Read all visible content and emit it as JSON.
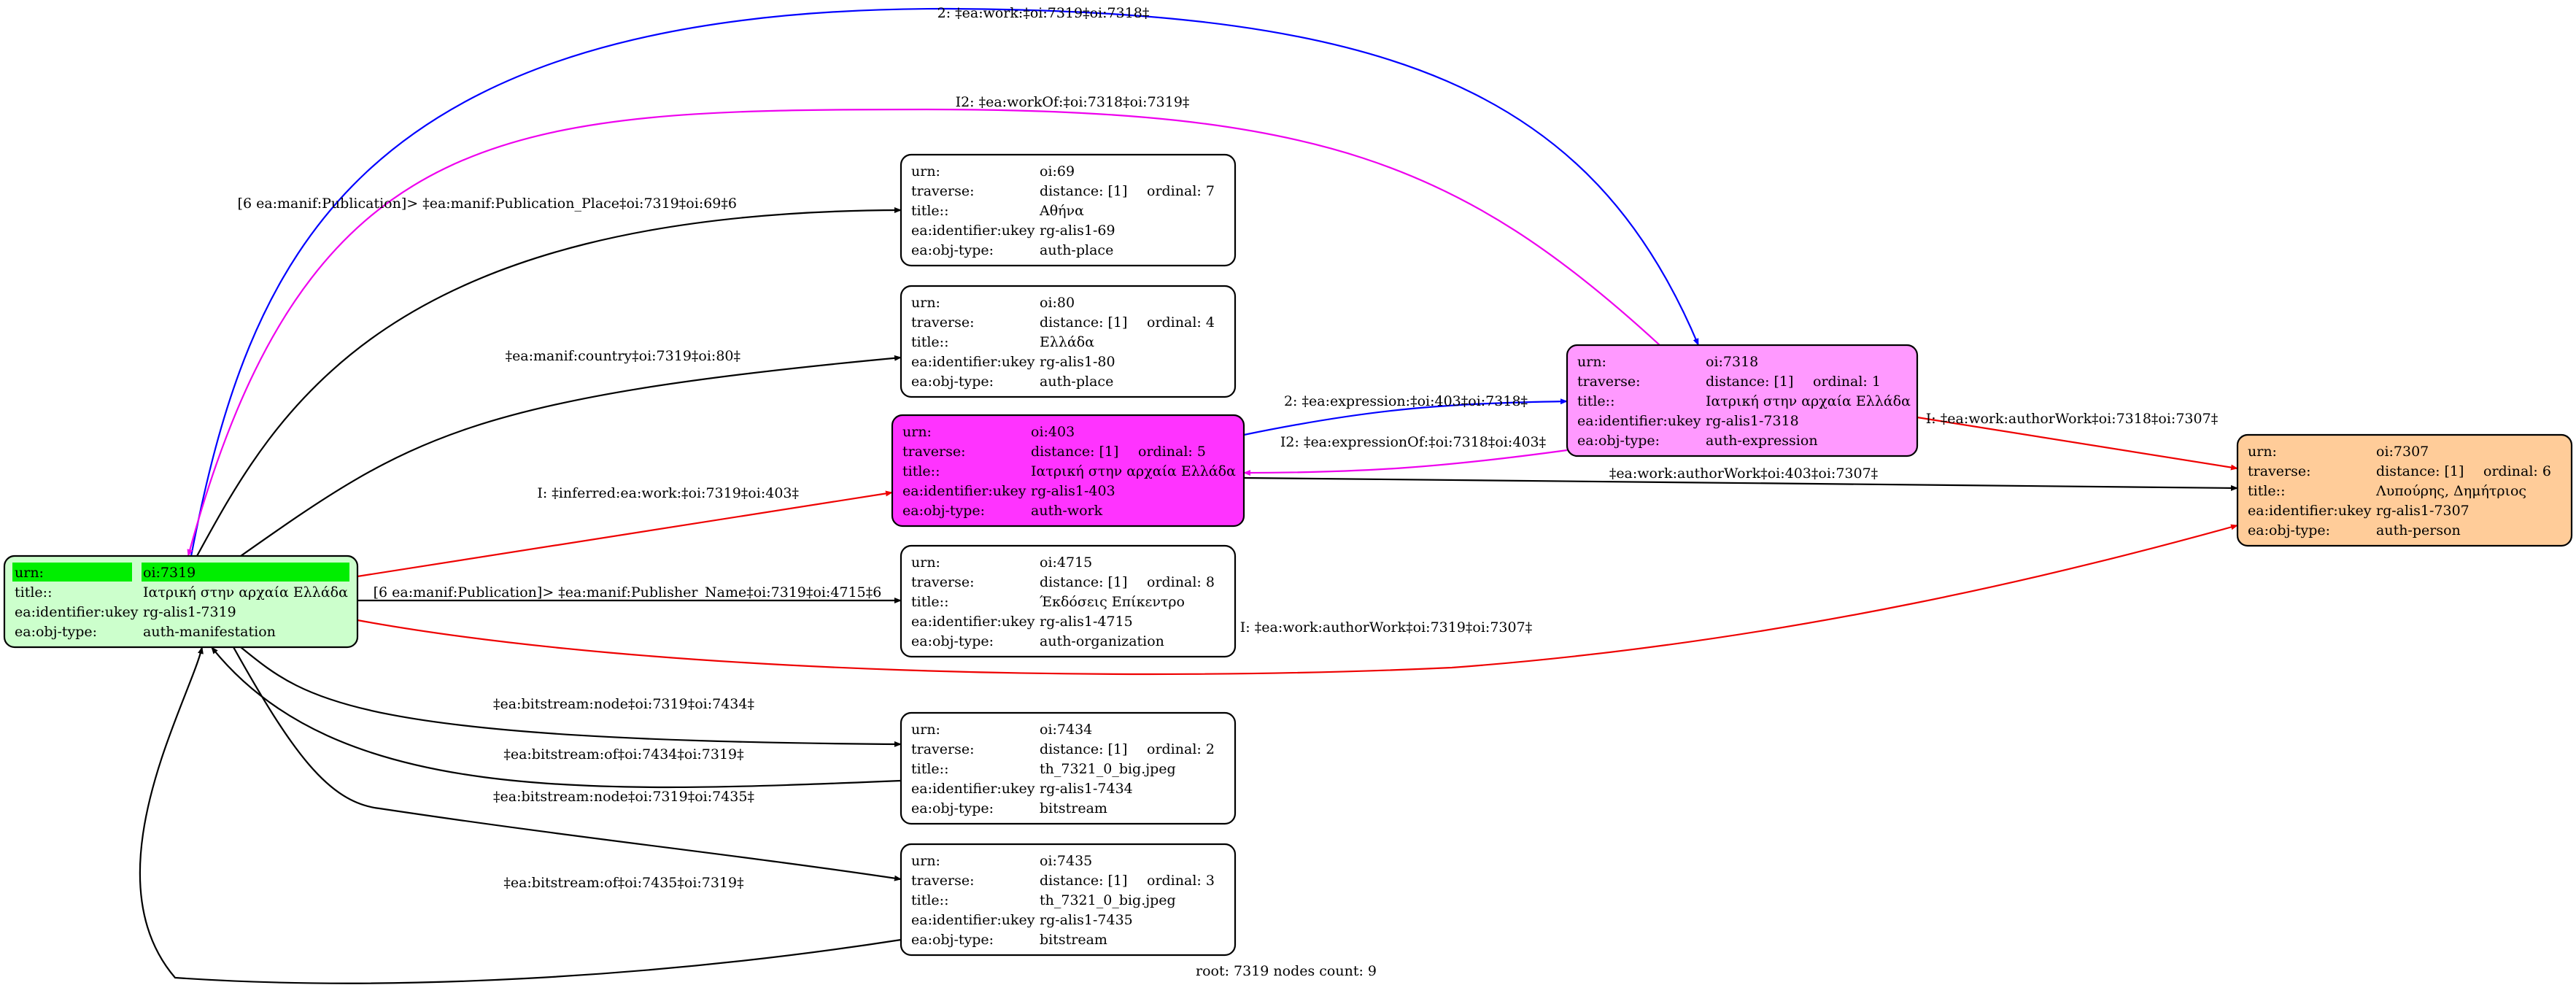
{
  "footer": "root: 7319 nodes count: 9",
  "colors": {
    "root_fill": "#ccffcc",
    "root_header": "#00ee00",
    "work_fill": "#ff33ff",
    "expression_fill": "#ff99ff",
    "person_fill": "#ffcc99",
    "plain_fill": "#ffffff",
    "edge_black": "#000000",
    "edge_blue": "#0000ff",
    "edge_magenta": "#ee00ee",
    "edge_red": "#ee0000"
  },
  "nodes": [
    {
      "id": "n7319",
      "fill": "root_fill",
      "header": "root_header",
      "rows": [
        [
          "urn:",
          "oi:7319",
          ""
        ],
        [
          "title::",
          "Ιατρική στην αρχαία Ελλάδα",
          ""
        ],
        [
          "ea:identifier:ukey",
          "rg-alis1-7319",
          ""
        ],
        [
          "ea:obj-type:",
          "auth-manifestation",
          ""
        ]
      ]
    },
    {
      "id": "n69",
      "fill": "plain_fill",
      "rows": [
        [
          "urn:",
          "oi:69",
          ""
        ],
        [
          "traverse:",
          "distance: [1]",
          "ordinal: 7"
        ],
        [
          "title::",
          "Αθήνα",
          ""
        ],
        [
          "ea:identifier:ukey",
          "rg-alis1-69",
          ""
        ],
        [
          "ea:obj-type:",
          "auth-place",
          ""
        ]
      ]
    },
    {
      "id": "n80",
      "fill": "plain_fill",
      "rows": [
        [
          "urn:",
          "oi:80",
          ""
        ],
        [
          "traverse:",
          "distance: [1]",
          "ordinal: 4"
        ],
        [
          "title::",
          "Ελλάδα",
          ""
        ],
        [
          "ea:identifier:ukey",
          "rg-alis1-80",
          ""
        ],
        [
          "ea:obj-type:",
          "auth-place",
          ""
        ]
      ]
    },
    {
      "id": "n403",
      "fill": "work_fill",
      "rows": [
        [
          "urn:",
          "oi:403",
          ""
        ],
        [
          "traverse:",
          "distance: [1]",
          "ordinal: 5"
        ],
        [
          "title::",
          "Ιατρική στην αρχαία Ελλάδα",
          ""
        ],
        [
          "ea:identifier:ukey",
          "rg-alis1-403",
          ""
        ],
        [
          "ea:obj-type:",
          "auth-work",
          ""
        ]
      ]
    },
    {
      "id": "n7318",
      "fill": "expression_fill",
      "rows": [
        [
          "urn:",
          "oi:7318",
          ""
        ],
        [
          "traverse:",
          "distance: [1]",
          "ordinal: 1"
        ],
        [
          "title::",
          "Ιατρική στην αρχαία Ελλάδα",
          ""
        ],
        [
          "ea:identifier:ukey",
          "rg-alis1-7318",
          ""
        ],
        [
          "ea:obj-type:",
          "auth-expression",
          ""
        ]
      ]
    },
    {
      "id": "n7307",
      "fill": "person_fill",
      "rows": [
        [
          "urn:",
          "oi:7307",
          ""
        ],
        [
          "traverse:",
          "distance: [1]",
          "ordinal: 6"
        ],
        [
          "title::",
          "Λυπούρης, Δημήτριος",
          ""
        ],
        [
          "ea:identifier:ukey",
          "rg-alis1-7307",
          ""
        ],
        [
          "ea:obj-type:",
          "auth-person",
          ""
        ]
      ]
    },
    {
      "id": "n4715",
      "fill": "plain_fill",
      "rows": [
        [
          "urn:",
          "oi:4715",
          ""
        ],
        [
          "traverse:",
          "distance: [1]",
          "ordinal: 8"
        ],
        [
          "title::",
          "Έκδόσεις Επίκεντρο",
          ""
        ],
        [
          "ea:identifier:ukey",
          "rg-alis1-4715",
          ""
        ],
        [
          "ea:obj-type:",
          "auth-organization",
          ""
        ]
      ]
    },
    {
      "id": "n7434",
      "fill": "plain_fill",
      "rows": [
        [
          "urn:",
          "oi:7434",
          ""
        ],
        [
          "traverse:",
          "distance: [1]",
          "ordinal: 2"
        ],
        [
          "title::",
          "th_7321_0_big.jpeg",
          ""
        ],
        [
          "ea:identifier:ukey",
          "rg-alis1-7434",
          ""
        ],
        [
          "ea:obj-type:",
          "bitstream",
          ""
        ]
      ]
    },
    {
      "id": "n7435",
      "fill": "plain_fill",
      "rows": [
        [
          "urn:",
          "oi:7435",
          ""
        ],
        [
          "traverse:",
          "distance: [1]",
          "ordinal: 3"
        ],
        [
          "title::",
          "th_7321_0_big.jpeg",
          ""
        ],
        [
          "ea:identifier:ukey",
          "rg-alis1-7435",
          ""
        ],
        [
          "ea:obj-type:",
          "bitstream",
          ""
        ]
      ]
    }
  ],
  "edges": [
    {
      "id": "e-work",
      "color": "edge_blue",
      "label": "2: ‡ea:work:‡oi:7319‡oi:7318‡"
    },
    {
      "id": "e-workof",
      "color": "edge_magenta",
      "label": "I2: ‡ea:workOf:‡oi:7318‡oi:7319‡"
    },
    {
      "id": "e-pubplace",
      "color": "edge_black",
      "label": "[6 ea:manif:Publication]> ‡ea:manif:Publication_Place‡oi:7319‡oi:69‡6"
    },
    {
      "id": "e-country",
      "color": "edge_black",
      "label": "‡ea:manif:country‡oi:7319‡oi:80‡"
    },
    {
      "id": "e-inferred",
      "color": "edge_red",
      "label": "I: ‡inferred:ea:work:‡oi:7319‡oi:403‡"
    },
    {
      "id": "e-expression",
      "color": "edge_blue",
      "label": "2: ‡ea:expression:‡oi:403‡oi:7318‡"
    },
    {
      "id": "e-expressionof",
      "color": "edge_magenta",
      "label": "I2: ‡ea:expressionOf:‡oi:7318‡oi:403‡"
    },
    {
      "id": "e-authorwork-403",
      "color": "edge_black",
      "label": "‡ea:work:authorWork‡oi:403‡oi:7307‡"
    },
    {
      "id": "e-authorwork-7318",
      "color": "edge_red",
      "label": "I: ‡ea:work:authorWork‡oi:7318‡oi:7307‡"
    },
    {
      "id": "e-authorwork-7319",
      "color": "edge_red",
      "label": "I: ‡ea:work:authorWork‡oi:7319‡oi:7307‡"
    },
    {
      "id": "e-publisher",
      "color": "edge_black",
      "label": "[6 ea:manif:Publication]> ‡ea:manif:Publisher_Name‡oi:7319‡oi:4715‡6"
    },
    {
      "id": "e-node-7434",
      "color": "edge_black",
      "label": "‡ea:bitstream:node‡oi:7319‡oi:7434‡"
    },
    {
      "id": "e-of-7434",
      "color": "edge_black",
      "label": "‡ea:bitstream:of‡oi:7434‡oi:7319‡"
    },
    {
      "id": "e-node-7435",
      "color": "edge_black",
      "label": "‡ea:bitstream:node‡oi:7319‡oi:7435‡"
    },
    {
      "id": "e-of-7435",
      "color": "edge_black",
      "label": "‡ea:bitstream:of‡oi:7435‡oi:7319‡"
    }
  ]
}
